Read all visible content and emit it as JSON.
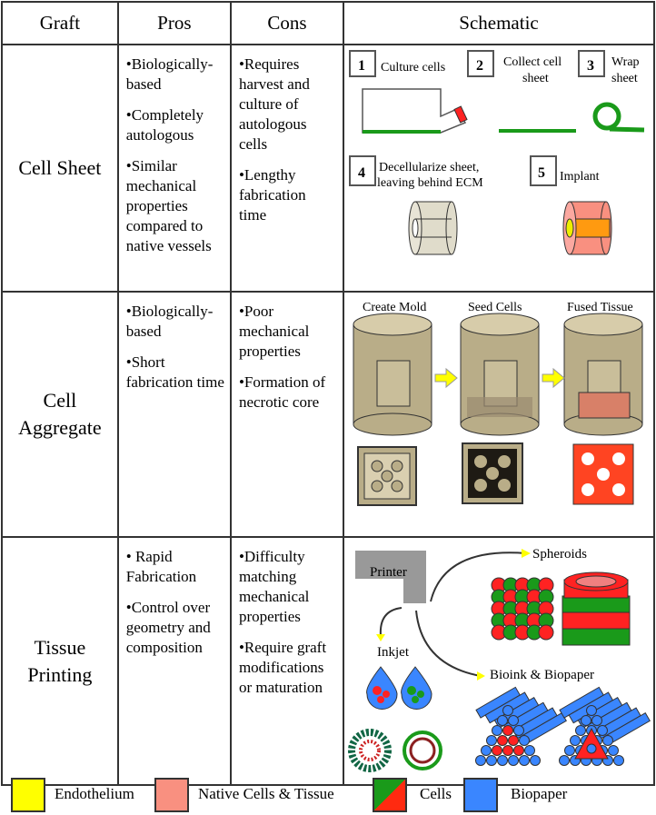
{
  "headers": [
    "Graft",
    "Pros",
    "Cons",
    "Schematic"
  ],
  "rows": [
    {
      "graft": [
        "Cell Sheet"
      ],
      "pros": [
        "•Biologically-based",
        "•Completely autologous",
        "•Similar mechanical properties compared to native vessels"
      ],
      "cons": [
        "•Requires harvest and culture of autologous cells",
        "•Lengthy fabrication time"
      ],
      "schematic": {
        "steps": [
          {
            "n": "1",
            "label": "Culture cells"
          },
          {
            "n": "2",
            "label": "Collect cell sheet"
          },
          {
            "n": "3",
            "label": "Wrap sheet"
          },
          {
            "n": "4",
            "label": "Decellularize sheet, leaving behind ECM"
          },
          {
            "n": "5",
            "label": "Implant"
          }
        ]
      }
    },
    {
      "graft": [
        "Cell",
        "Aggregate"
      ],
      "pros": [
        "•Biologically-based",
        "•Short fabrication time"
      ],
      "cons": [
        "•Poor mechanical properties",
        "•Formation of necrotic core"
      ],
      "schematic": {
        "labels": [
          "Create Mold",
          "Seed Cells",
          "Fused Tissue"
        ]
      }
    },
    {
      "graft": [
        "Tissue",
        "Printing"
      ],
      "pros": [
        "• Rapid Fabrication",
        "•Control over geometry and composition"
      ],
      "cons": [
        "•Difficulty matching mechanical properties",
        "•Require graft modifications or maturation"
      ],
      "schematic": {
        "labels": [
          "Printer",
          "Spheroids",
          "Inkjet",
          "Bioink & Biopaper"
        ]
      }
    }
  ],
  "legend": [
    {
      "label": "Endothelium",
      "color": "#ffff00"
    },
    {
      "label": "Native Cells & Tissue",
      "color": "#f99080"
    },
    {
      "label": "Cells",
      "color": "#ff2a10"
    },
    {
      "label": "Biopaper",
      "color": "#3a86ff"
    }
  ]
}
